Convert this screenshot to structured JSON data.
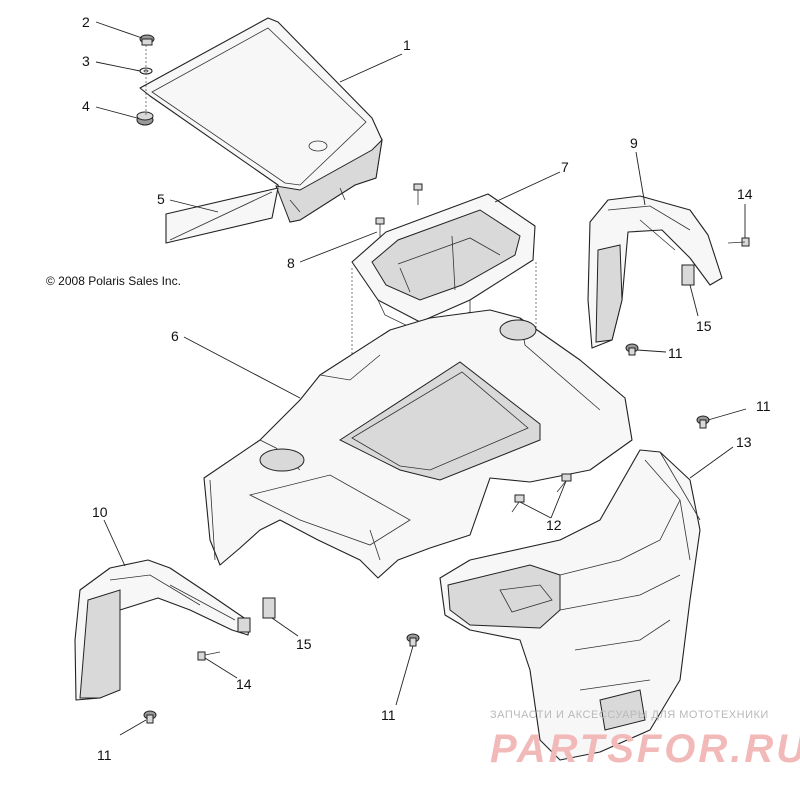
{
  "diagram": {
    "copyright": "© 2008 Polaris Sales Inc.",
    "callouts": [
      "1",
      "2",
      "3",
      "4",
      "5",
      "6",
      "7",
      "8",
      "9",
      "10",
      "11",
      "11",
      "11",
      "11",
      "12",
      "13",
      "14",
      "14",
      "15",
      "15"
    ]
  },
  "watermark": {
    "tagline": "ЗАПЧАСТИ И АКСЕССУАРЫ ДЛЯ МОТОТЕХНИКИ",
    "brand": "PARTSFOR.RU"
  }
}
